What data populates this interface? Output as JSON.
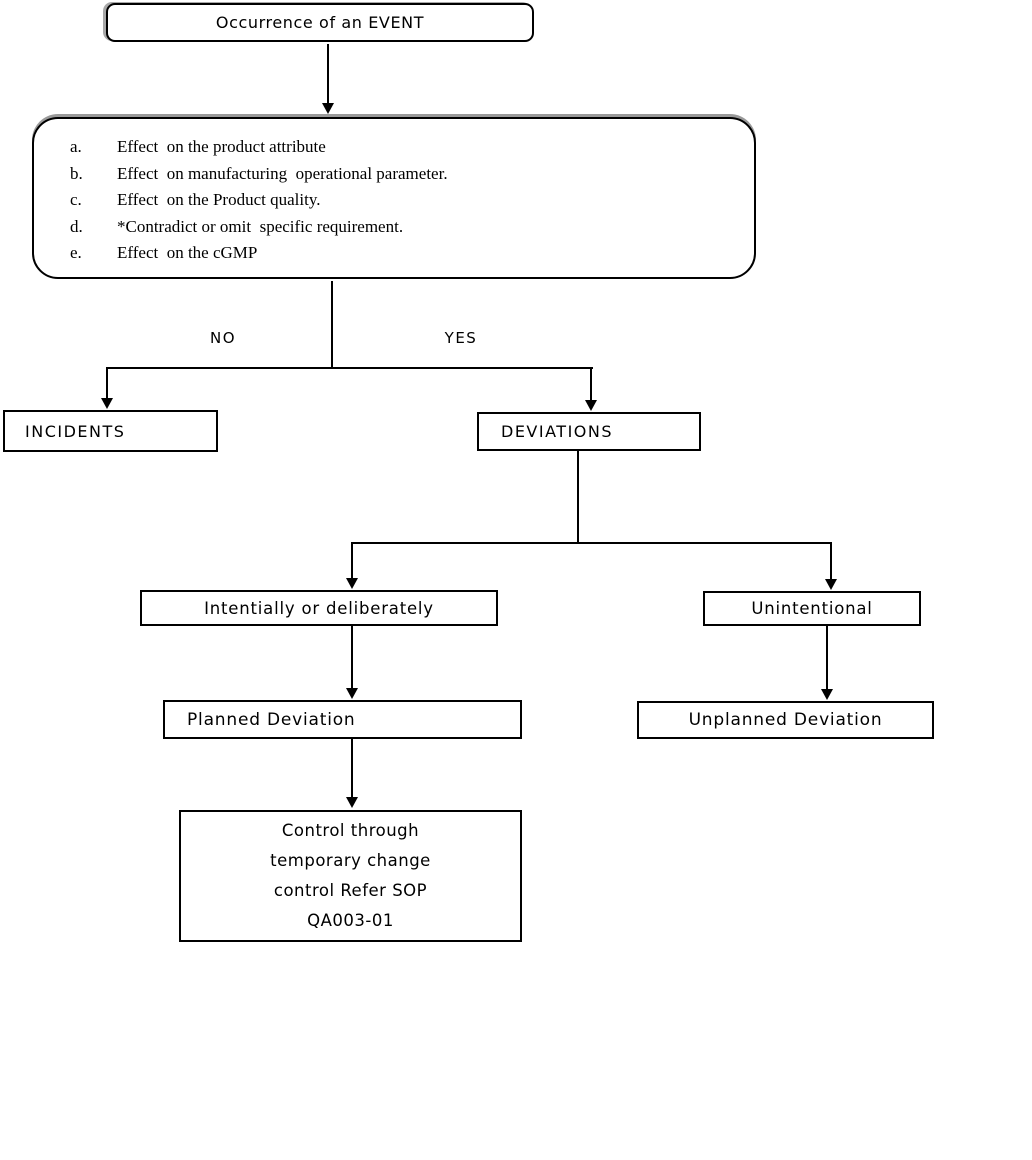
{
  "flowchart": {
    "start": {
      "label": "Occurrence of an EVENT"
    },
    "criteria": {
      "items": [
        {
          "marker": "a.",
          "text": "Effect  on the product attribute"
        },
        {
          "marker": "b.",
          "text": "Effect  on manufacturing  operational parameter."
        },
        {
          "marker": "c.",
          "text": "Effect  on the Product quality."
        },
        {
          "marker": "d.",
          "text": "*Contradict or omit  specific requirement."
        },
        {
          "marker": "e.",
          "text": "Effect  on the cGMP"
        }
      ]
    },
    "branch_labels": {
      "no": "NO",
      "yes": "YES"
    },
    "nodes": {
      "incidents": "INCIDENTS",
      "deviations": "DEVIATIONS",
      "intentional": "Intentially or deliberately",
      "unintentional": "Unintentional",
      "planned": "Planned Deviation",
      "unplanned": "Unplanned Deviation",
      "control": {
        "lines": [
          "Control through",
          "temporary change",
          "control Refer SOP",
          "QA003-01"
        ]
      }
    }
  },
  "colors": {
    "line": "#000000",
    "border": "#000000",
    "background": "#ffffff",
    "shadow": "#9a9a9a"
  }
}
